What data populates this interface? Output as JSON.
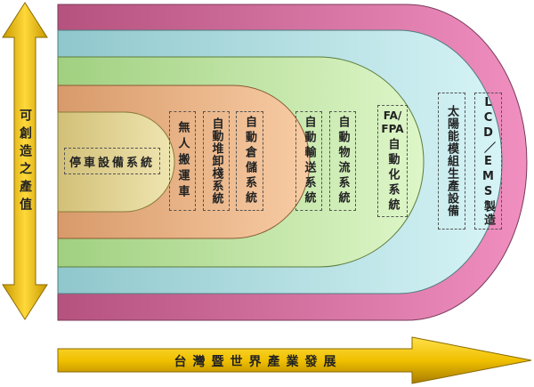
{
  "left_axis": {
    "label": "可創造之產值"
  },
  "bottom_axis": {
    "label": "台灣暨世界產業發展"
  },
  "center": {
    "label": "停車設備系統"
  },
  "boxes": [
    {
      "label": "無人搬運車"
    },
    {
      "label": "自動堆卸棧系統"
    },
    {
      "label": "自動倉儲系統"
    },
    {
      "label": "自動輸送系統"
    },
    {
      "label": "自動物流系統"
    },
    {
      "label_top": "FA/",
      "label_mid": "FPA",
      "label_bottom": "自動化系統"
    },
    {
      "label": "太陽能模組生產設備"
    },
    {
      "label": "LCD／EMS製造"
    }
  ],
  "colors": {
    "layer1": "#d879a8",
    "layer2": "#b6e0e4",
    "layer3": "#c6e8a8",
    "layer4": "#f0b88a",
    "layer5": "#e6d69a",
    "arrow": "#f0c400",
    "arrow_dark": "#b88a00"
  }
}
